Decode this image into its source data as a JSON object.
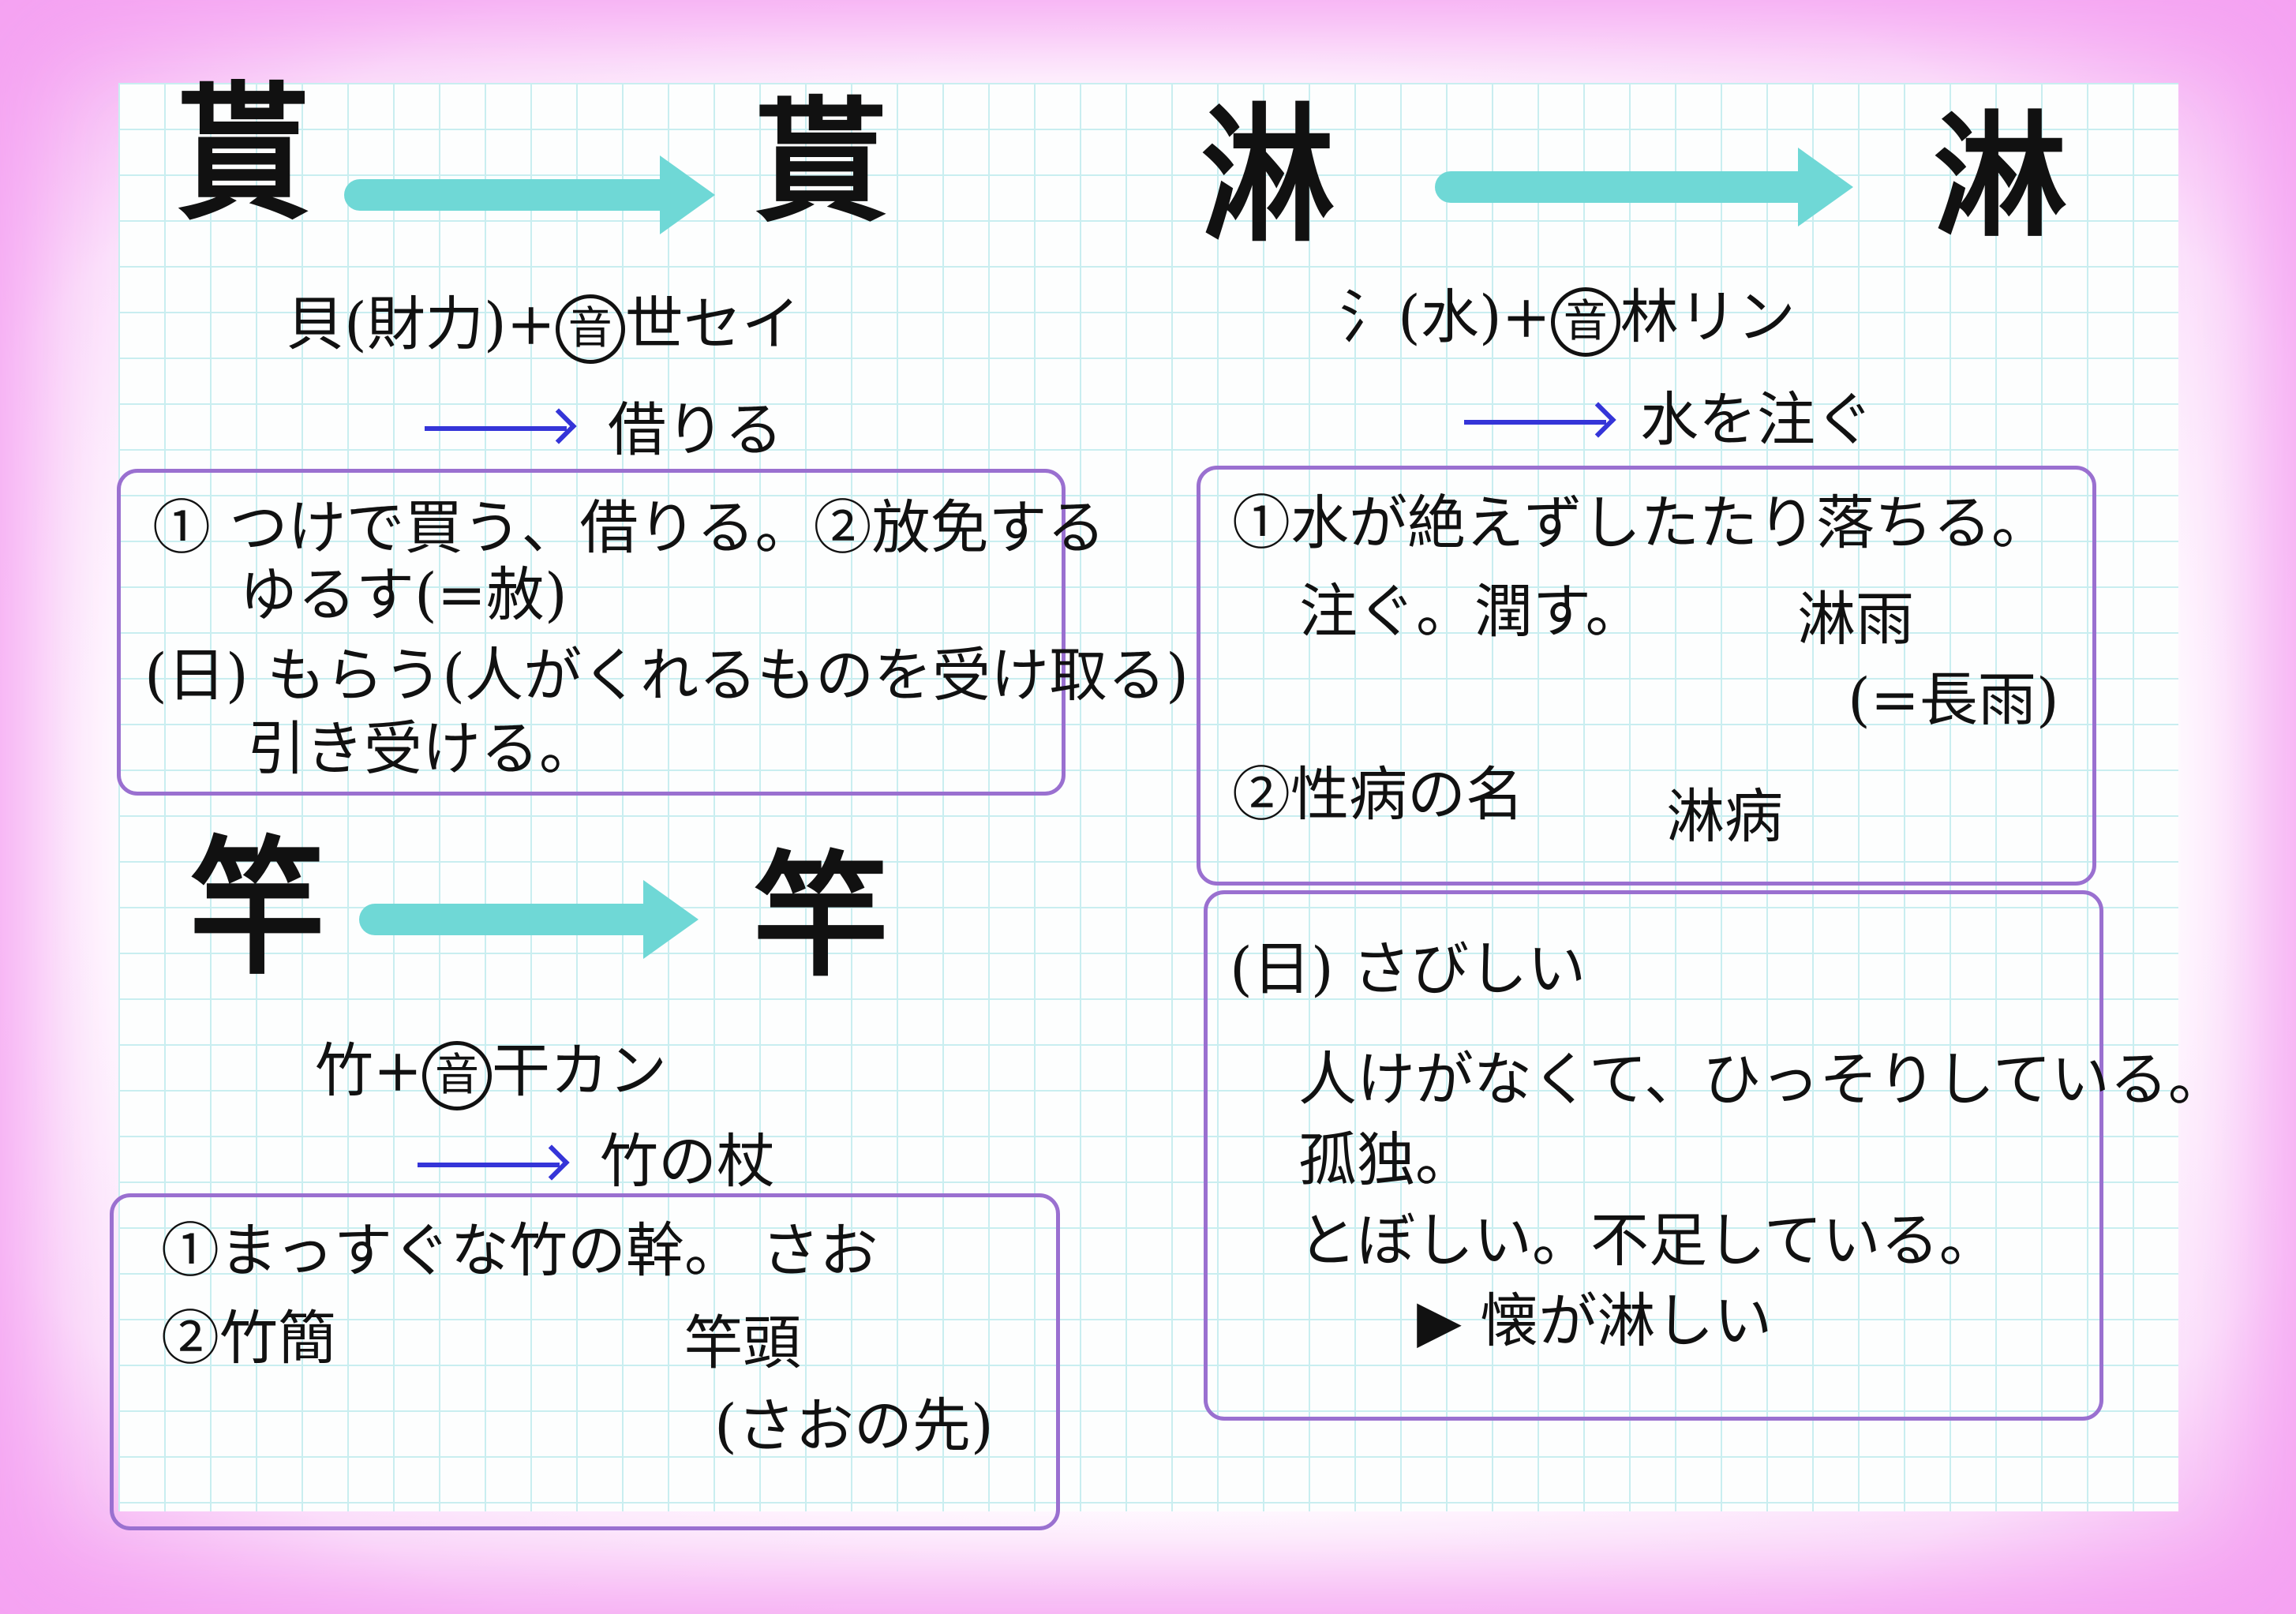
{
  "colors": {
    "teal_arrow": "#6fd8d6",
    "blue_arrow": "#3535d8",
    "box_border": "#9a70d0",
    "frame": "#f39af0"
  },
  "entries": [
    {
      "seal": "貰",
      "kanji": "貰",
      "formula_pre": "貝(財力)+",
      "on_mark": "音",
      "formula_post": "世セイ",
      "meaning": "借りる",
      "box_lines": [
        "① つけで買う、借りる。②放免する",
        "ゆるす(=赦)",
        "(日) もらう(人がくれるものを受け取る)",
        "引き受ける。"
      ]
    },
    {
      "seal": "竿",
      "kanji": "竿",
      "formula_pre": "竹+",
      "on_mark": "音",
      "formula_post": "干カン",
      "meaning": "竹の杖",
      "box_lines": [
        "①まっすぐな竹の幹。 さお",
        "②竹簡",
        "竿頭",
        "(さおの先)"
      ]
    },
    {
      "seal": "淋",
      "kanji": "淋",
      "formula_pre": "氵(水)+",
      "on_mark": "音",
      "formula_post": "林リン",
      "meaning": "水を注ぐ",
      "box_lines": [
        "①水が絶えずしたたり落ちる。",
        "注ぐ。潤す。",
        "淋雨",
        "(=長雨)",
        "②性病の名",
        "淋病"
      ],
      "box2_lines": [
        "(日) さびしい",
        "人けがなくて、ひっそりしている。",
        "孤独。",
        "とぼしい。不足している。",
        "▶ 懐が淋しい"
      ]
    }
  ]
}
